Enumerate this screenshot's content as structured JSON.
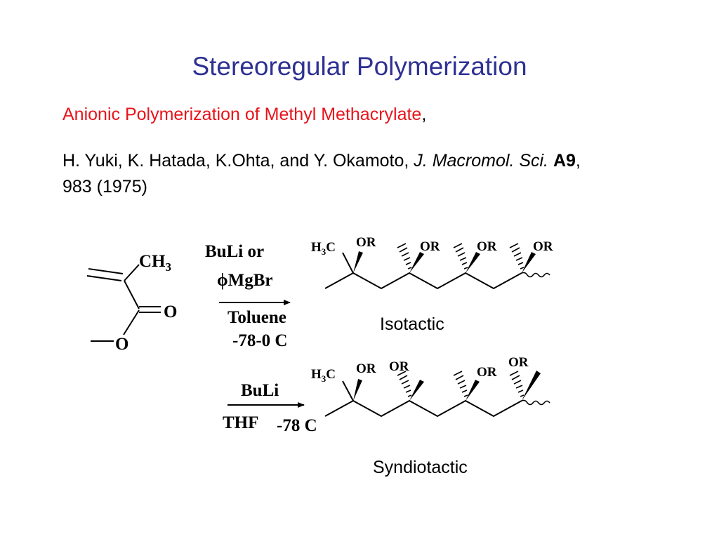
{
  "slide": {
    "title": "Stereoregular Polymerization",
    "subtitle": "Anionic Polymerization of Methyl Methacrylate",
    "subtitle_punct": ",",
    "citation": {
      "authors": "H. Yuki, K. Hatada, K.Ohta, and Y. Okamoto, ",
      "journal": "J. Macromol. Sci.",
      "volume": "A9",
      "pages_year": ", 983 (1975)"
    },
    "captions": {
      "isotactic": "Isotactic",
      "syndiotactic": "Syndiotactic"
    }
  },
  "monomer": {
    "ch3": "CH",
    "ch3_sub": "3",
    "carbonyl_o": "O",
    "ester_o": "O"
  },
  "reaction1": {
    "reagent_line1": "BuLi or",
    "reagent_phi": "ϕ",
    "reagent_line2": "MgBr",
    "solvent": "Toluene",
    "temperature": "-78-0 C"
  },
  "reaction2": {
    "reagent": "BuLi",
    "solvent": "THF",
    "temperature": "-78 C"
  },
  "chain_labels": {
    "h3c_h": "H",
    "h3c_sub": "3",
    "h3c_c": "C",
    "or": "OR"
  },
  "colors": {
    "title": "#2e3192",
    "subtitle": "#e8141b",
    "text": "#000000"
  }
}
